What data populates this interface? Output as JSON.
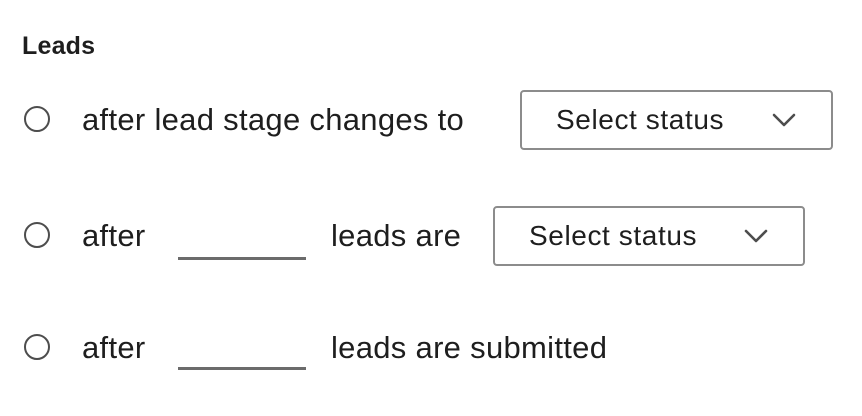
{
  "section": {
    "title": "Leads"
  },
  "options": [
    {
      "prefix": "after lead stage changes to",
      "status_select": {
        "value": "Select status",
        "icon": "chevron-down-icon"
      }
    },
    {
      "prefix": "after",
      "count_value": "",
      "middle": "leads are",
      "status_select": {
        "value": "Select status",
        "icon": "chevron-down-icon"
      }
    },
    {
      "prefix": "after",
      "count_value": "",
      "suffix": "leads are submitted"
    }
  ],
  "colors": {
    "text": "#1e1e1e",
    "border": "#8c8c8c",
    "radio_border": "#4d4d4d",
    "underline": "#6b6b6b"
  }
}
